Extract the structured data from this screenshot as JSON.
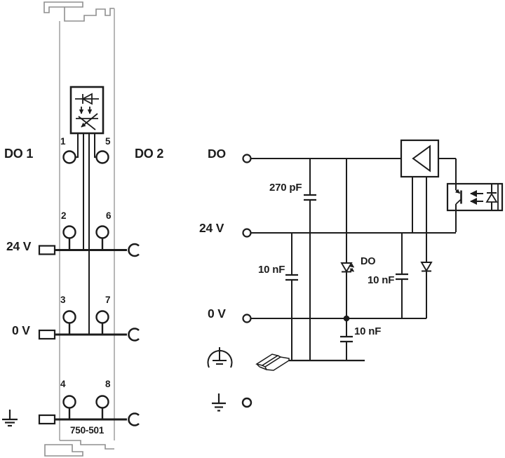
{
  "module": {
    "part_number": "750-501",
    "channel_labels": {
      "do1": "DO 1",
      "do2": "DO 2"
    },
    "rail_labels": {
      "supply": "24 V",
      "zero": "0 V"
    },
    "terminals": [
      "1",
      "2",
      "3",
      "4",
      "5",
      "6",
      "7",
      "8"
    ]
  },
  "schematic": {
    "signal_labels": {
      "do": "DO",
      "supply": "24 V",
      "zero": "0 V"
    },
    "led_label": "DO",
    "capacitor_labels": {
      "do_filter": "270 pF",
      "supply_filter": "10 nF",
      "mid_filter": "10 nF",
      "zero_filter": "10 nF"
    }
  },
  "colors": {
    "ink": "#1c1c1c",
    "module_outline": "#8f8f8f"
  }
}
